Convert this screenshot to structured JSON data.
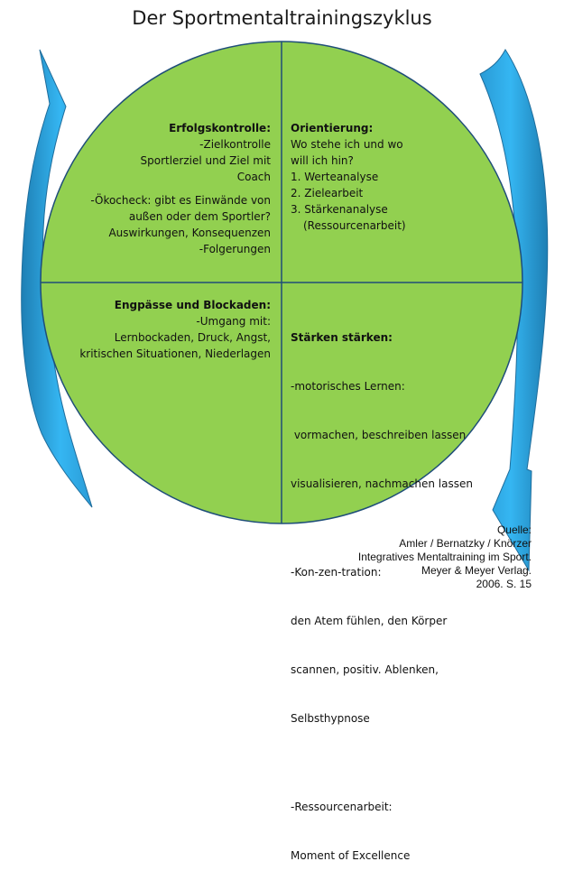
{
  "title": "Der Sportmentaltrainingszyklus",
  "colors": {
    "circle_fill": "#92d050",
    "circle_stroke": "#1f4e79",
    "arrow_light": "#35b6f2",
    "arrow_dark": "#1e7fb4"
  },
  "quadrants": {
    "top_left": {
      "heading": "Erfolgskontrolle:",
      "lines1": [
        "-Zielkontrolle",
        "Sportlerziel und Ziel mit",
        "Coach"
      ],
      "lines2": [
        "-Ökocheck: gibt es Einwände von",
        "außen oder dem Sportler?",
        "Auswirkungen, Konsequenzen",
        "-Folgerungen"
      ]
    },
    "top_right": {
      "heading": "Orientierung:",
      "lines": [
        "Wo stehe ich und wo",
        "will ich hin?",
        "1. Werteanalyse",
        "2. Zielearbeit",
        "3. Stärkenanalyse"
      ],
      "indented": "(Ressourcenarbeit)"
    },
    "bottom_left": {
      "heading": "Engpässe und Blockaden:",
      "lines": [
        "-Umgang mit:",
        "Lernbockaden, Druck, Angst,",
        "kritischen Situationen, Niederlagen"
      ]
    },
    "bottom_right": {
      "heading": "Stärken stärken:",
      "block1": [
        "-motorisches Lernen:",
        " vormachen, beschreiben lassen",
        "visualisieren, nachmachen lassen"
      ],
      "block2": [
        "-Kon-zen-tration:",
        "den Atem fühlen, den Körper",
        "scannen, positiv. Ablenken,",
        "Selbsthypnose"
      ],
      "block3": [
        "-Ressourcenarbeit:",
        "Moment of Excellence"
      ]
    }
  },
  "source": [
    "Quelle:",
    "Amler / Bernatzky / Knörzer",
    "Integratives Mentaltraining im Sport.",
    "Meyer & Meyer Verlag.",
    "2006. S. 15"
  ]
}
